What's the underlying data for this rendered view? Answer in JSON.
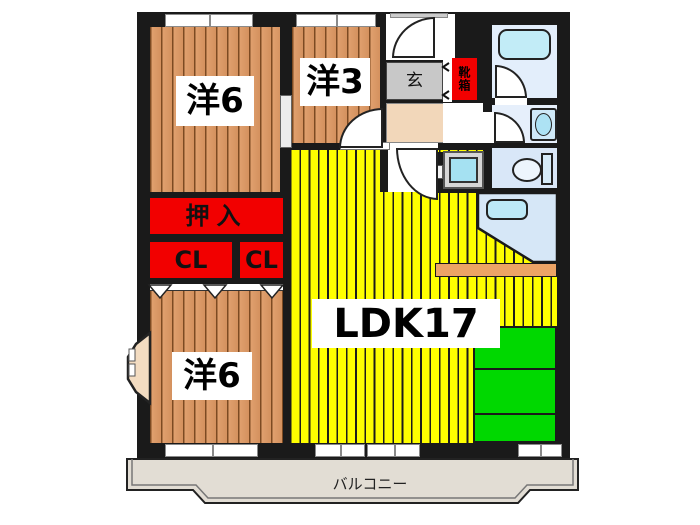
{
  "labels": {
    "western6_top": "洋6",
    "western3": "洋3",
    "western6_bottom": "洋6",
    "ldk": "LDK17",
    "oshiire": "押入",
    "cl_left": "CL",
    "cl_right": "CL",
    "genkan": "玄",
    "shoebox": "靴箱",
    "balcony": "バルコニー"
  },
  "colors": {
    "wall": "#1a1a1a",
    "wood_floor": "#d4915e",
    "ldk_yellow": "#ffff00",
    "closet_red": "#f20000",
    "accent_green": "#00d800",
    "water_area_blue": "#d6e7f7",
    "bathtub_blue": "#c2ecf7",
    "counter_orange": "#eca466",
    "genkan_gray": "#c8c8c8",
    "hall_peach": "#f2d7ba",
    "balcony_gray": "#e2ddd4"
  }
}
